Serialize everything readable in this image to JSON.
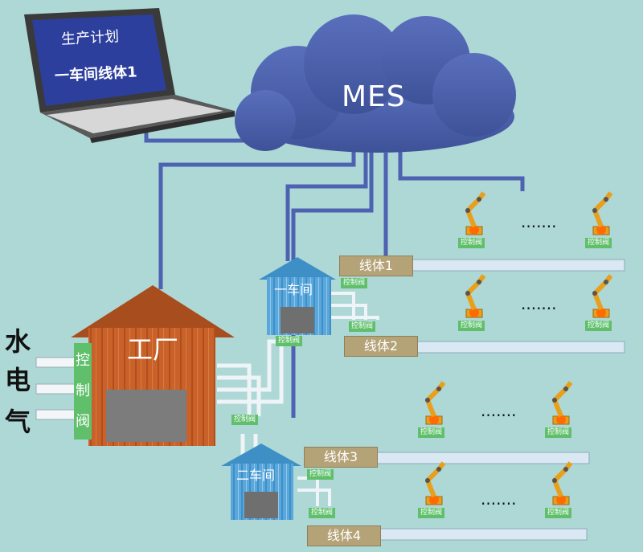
{
  "laptop": {
    "line1": "生产计划",
    "line2": "一车间线体1"
  },
  "mes": {
    "label": "MES"
  },
  "factory": {
    "label": "工厂",
    "control": "控制阀"
  },
  "utilities": {
    "water": "水",
    "electric": "电",
    "gas": "气"
  },
  "workshops": [
    {
      "label": "一车间",
      "control": "控制阀"
    },
    {
      "label": "二车间",
      "control": "控制阀"
    }
  ],
  "lines": [
    {
      "label": "线体1",
      "control": "控制阀"
    },
    {
      "label": "线体2",
      "control": "控制阀"
    },
    {
      "label": "线体3",
      "control": "控制阀"
    },
    {
      "label": "线体4",
      "control": "控制阀"
    }
  ],
  "robot_control": "控制阀",
  "ellipsis": "·······",
  "colors": {
    "background": "#aed8d6",
    "cloud": "#4a5ea8",
    "network_line": "#4d62b0",
    "factory": "#c8622a",
    "workshop": "#5aa7dc",
    "line_label": "#b5a378",
    "valve": "#5fbf6a",
    "robot": "#e8a01c"
  }
}
